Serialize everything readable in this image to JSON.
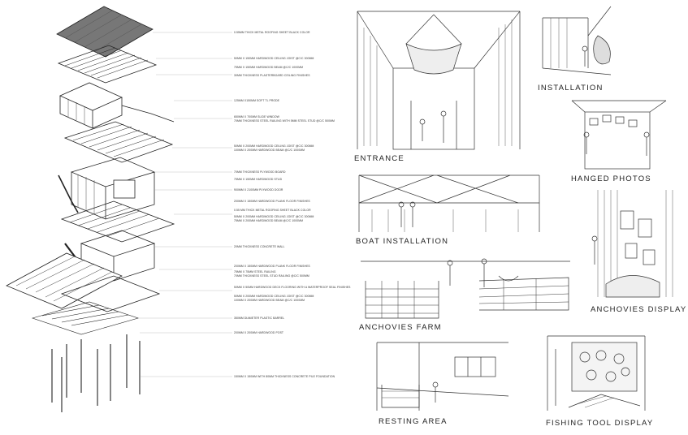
{
  "axonometric": {
    "annotations": [
      "0.55MM THICK METAL ROOFING SHEET BLACK COLOR",
      "50MM X 150MM HARDWOOD CEILING JOIST @C/C 300MM",
      "75MM X 150MM HARDWOOD BEAM @C/C 1000MM",
      "30MM THICKNESS PLASTERBOARD CEILING FINISHES",
      "125MM X150MM SOFT TL PRODE",
      "650MM X 700MM SLIDE WINDOW",
      "70MM THICKNESS STEEL RAILING WITH 5MM STEEL STUD @C/C 500MM",
      "50MM X 200MM HARDWOOD CEILING JOIST @C/C 300MM",
      "100MM X 200MM HARDWOOD BEAM @C/C 1000MM",
      "70MM THICKNESS PLYWOOD BOARD",
      "75MM X 150MM HARDWOOD STUD",
      "900MM X 2100MM PLYWOOD DOOR",
      "200MM X 150MM HARDWOOD PLANK FLOOR FINISHES",
      "0.55 MM THICK METAL ROOFING SHEET BLACK COLOR",
      "50MM X 200MM HARDWOOD CEILING JOIST @C/C 300MM",
      "75MM X 200MM HARDWOOD BEAM @C/C 1000MM",
      "20MM THICKNESS CONCRETE WALL",
      "200MM X 150MM HARDWOOD PLANK FLOOR FINISHES",
      "75MM X 75MM STEEL RAILING",
      "70MM THICKNESS STEEL STUD RAILING @C/C 500MM",
      "50MM X 50MM HARDWOOD DECK FLOORING WITH A WATERPROOF SEAL FINISHES",
      "50MM X 200MM HARDWOOD CEILING JOIST @C/C 300MM",
      "100MM X 200MM HARDWOOD BEAM @C/C 1000MM",
      "350MM DIAMETER PLASTIC BARREL",
      "200MM X 200MM HARDWOOD POST",
      "150MM X 150MM WITH 80MM THICKNESS CONCRETE PILE FOUNDATION"
    ]
  },
  "sketches": [
    {
      "caption": "ENTRANCE"
    },
    {
      "caption": "INSTALLATION"
    },
    {
      "caption": "HANGED PHOTOS"
    },
    {
      "caption": "BOAT INSTALLATION"
    },
    {
      "caption": "ANCHOVIES DISPLAY"
    },
    {
      "caption": "ANCHOVIES FARM"
    },
    {
      "caption": "RESTING AREA"
    },
    {
      "caption": "FISHING TOOL DISPLAY"
    }
  ]
}
